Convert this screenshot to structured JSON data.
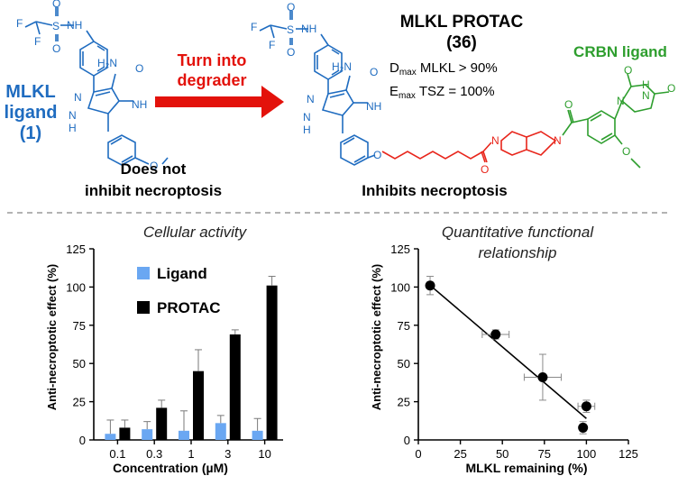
{
  "top": {
    "ligand_title": [
      "MLKL",
      "ligand",
      "(1)"
    ],
    "ligand_note": [
      "Does not",
      "inhibit necroptosis"
    ],
    "arrow_label": [
      "Turn into",
      "degrader"
    ],
    "protac_title": [
      "MLKL PROTAC",
      "(36)"
    ],
    "dmax": {
      "main": "D",
      "sub": "max",
      "rest": " MLKL > 90%"
    },
    "emax": {
      "main": "E",
      "sub": "max",
      "rest": " TSZ = 100%"
    },
    "crbn_label": "CRBN ligand",
    "protac_note": "Inhibits necroptosis",
    "atoms": {
      "f": "F",
      "s": "S",
      "n": "N",
      "nh": "NH",
      "h": "H",
      "o": "O",
      "h2n": "H₂N"
    }
  },
  "colors": {
    "mlkl_blue": "#1f6cc0",
    "arrow_red": "#e3120b",
    "linker_red": "#e8251b",
    "crbn_green": "#2e9e2e",
    "ligand_bar": "#6aa7f2",
    "protac_bar": "#000000"
  },
  "chart_data": [
    {
      "type": "bar",
      "title": "Cellular activity",
      "xlabel": "Concentration (µM)",
      "ylabel": "Anti-necroptotic effect   (%)",
      "categories": [
        "0.1",
        "0.3",
        "1",
        "3",
        "10"
      ],
      "ylim": [
        0,
        125
      ],
      "yticks": [
        0,
        25,
        50,
        75,
        100,
        125
      ],
      "legend_position": "top-left",
      "series": [
        {
          "name": "Ligand",
          "values": [
            4,
            7,
            6,
            11,
            6
          ],
          "errors": [
            9,
            5,
            13,
            5,
            8
          ]
        },
        {
          "name": "PROTAC",
          "values": [
            8,
            21,
            45,
            69,
            101
          ],
          "errors": [
            5,
            5,
            14,
            3,
            6
          ]
        }
      ]
    },
    {
      "type": "scatter",
      "title": [
        "Quantitative functional",
        "relationship"
      ],
      "xlabel": "MLKL remaining (%)",
      "ylabel": "Anti-necroptotic effect   (%)",
      "xlim": [
        0,
        125
      ],
      "ylim": [
        0,
        125
      ],
      "xticks": [
        0,
        25,
        50,
        75,
        100,
        125
      ],
      "yticks": [
        0,
        25,
        50,
        75,
        100,
        125
      ],
      "points": [
        {
          "x": 7,
          "y": 101,
          "xerr": 2,
          "yerr": 6
        },
        {
          "x": 46,
          "y": 69,
          "xerr": 8,
          "yerr": 3
        },
        {
          "x": 74,
          "y": 41,
          "xerr": 11,
          "yerr": 15
        },
        {
          "x": 100,
          "y": 22,
          "xerr": 5,
          "yerr": 4
        },
        {
          "x": 98,
          "y": 8,
          "xerr": 2,
          "yerr": 4
        }
      ],
      "fit_line": {
        "x": [
          5,
          100
        ],
        "y": [
          103,
          14
        ]
      }
    }
  ]
}
